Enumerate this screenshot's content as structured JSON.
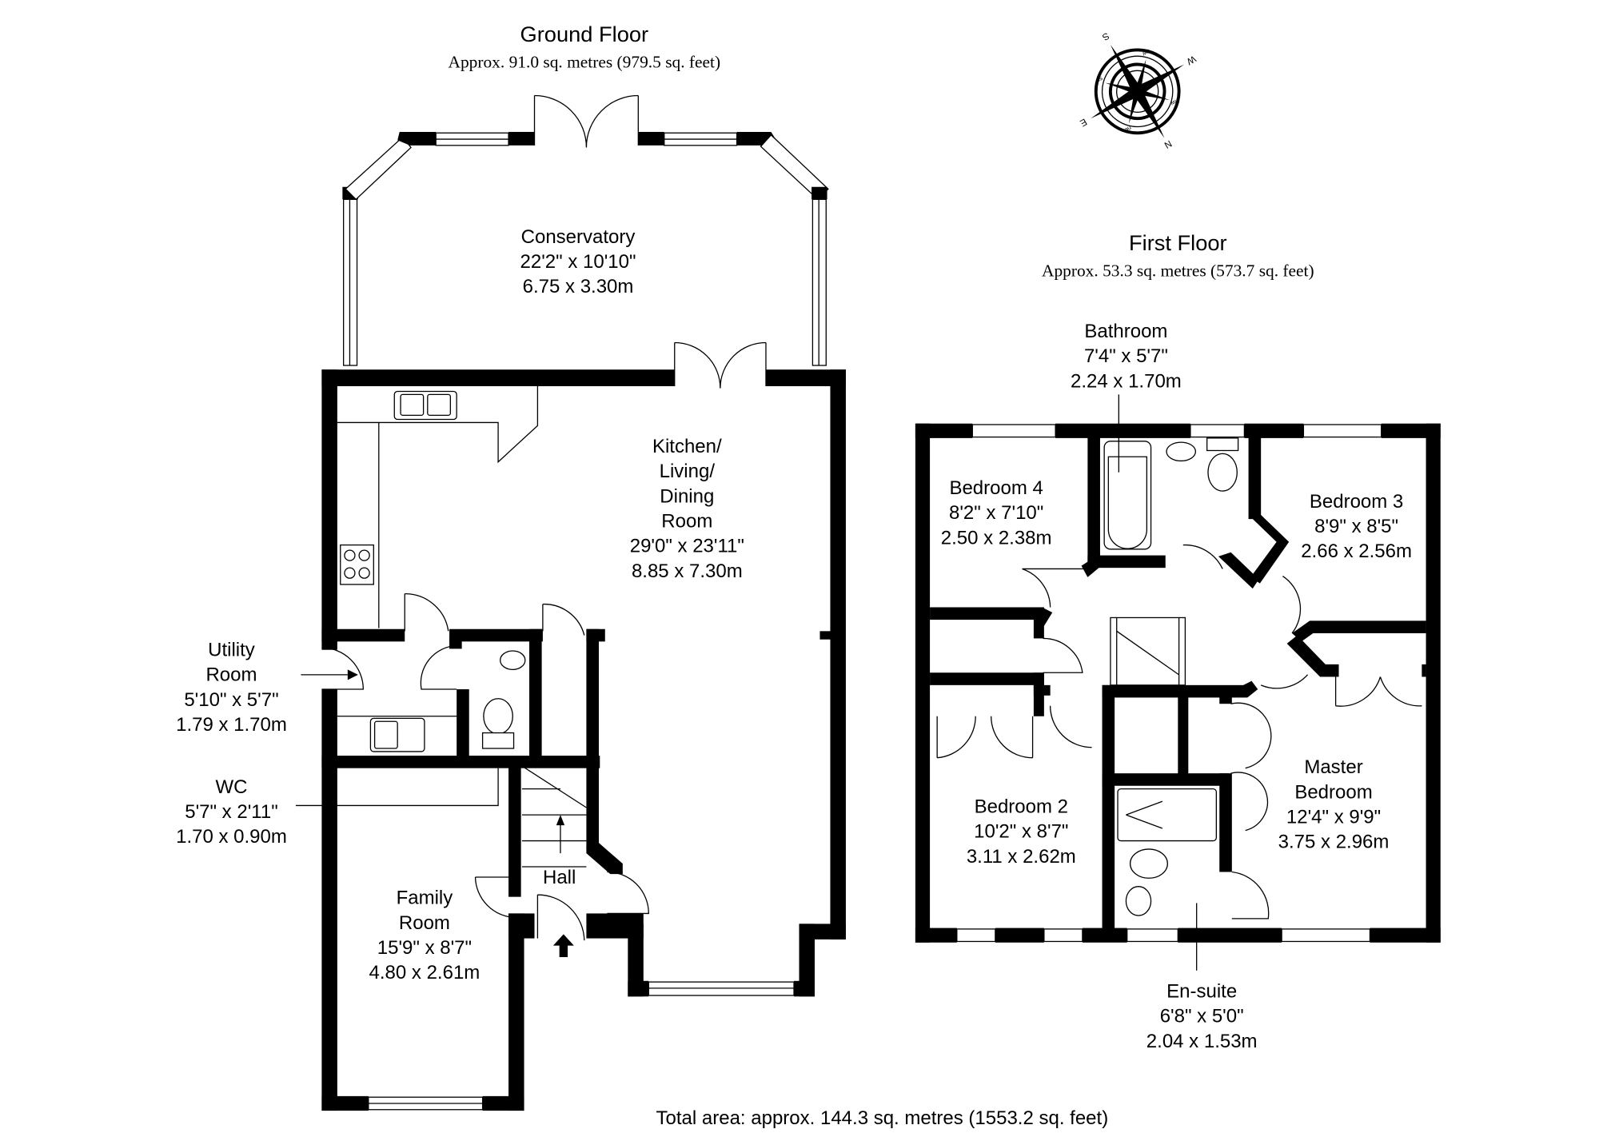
{
  "ground_floor": {
    "title": "Ground Floor",
    "area": "Approx. 91.0 sq. metres (979.5 sq. feet)",
    "rooms": [
      {
        "name": "Conservatory",
        "imperial": "22'2\" x 10'10\"",
        "metric": "6.75 x 3.30m"
      },
      {
        "name_lines": [
          "Kitchen/",
          "Living/",
          "Dining",
          "Room"
        ],
        "imperial": "29'0\" x 23'11\"",
        "metric": "8.85 x 7.30m"
      },
      {
        "name_lines": [
          "Utility",
          "Room"
        ],
        "imperial": "5'10\" x 5'7\"",
        "metric": "1.79 x 1.70m"
      },
      {
        "name": "WC",
        "imperial": "5'7\" x 2'11\"",
        "metric": "1.70 x 0.90m"
      },
      {
        "name_lines": [
          "Family",
          "Room"
        ],
        "imperial": "15'9\" x 8'7\"",
        "metric": "4.80 x 2.61m"
      },
      {
        "name": "Hall"
      }
    ]
  },
  "first_floor": {
    "title": "First Floor",
    "area": "Approx. 53.3 sq. metres (573.7 sq. feet)",
    "rooms": [
      {
        "name": "Bathroom",
        "imperial": "7'4\" x 5'7\"",
        "metric": "2.24 x 1.70m"
      },
      {
        "name": "Bedroom 4",
        "imperial": "8'2\" x 7'10\"",
        "metric": "2.50 x 2.38m"
      },
      {
        "name": "Bedroom 3",
        "imperial": "8'9\" x 8'5\"",
        "metric": "2.66 x 2.56m"
      },
      {
        "name": "Bedroom 2",
        "imperial": "10'2\" x 8'7\"",
        "metric": "3.11 x 2.62m"
      },
      {
        "name_lines": [
          "Master",
          "Bedroom"
        ],
        "imperial": "12'4\" x 9'9\"",
        "metric": "3.75 x 2.96m"
      },
      {
        "name": "En-suite",
        "imperial": "6'8\" x 5'0\"",
        "metric": "2.04 x 1.53m"
      }
    ]
  },
  "total_area": "Total area: approx. 144.3 sq. metres (1553.2 sq. feet)",
  "compass": {
    "labels": [
      "N",
      "S",
      "E",
      "W",
      "nw",
      "sw",
      "se",
      "ne"
    ]
  }
}
